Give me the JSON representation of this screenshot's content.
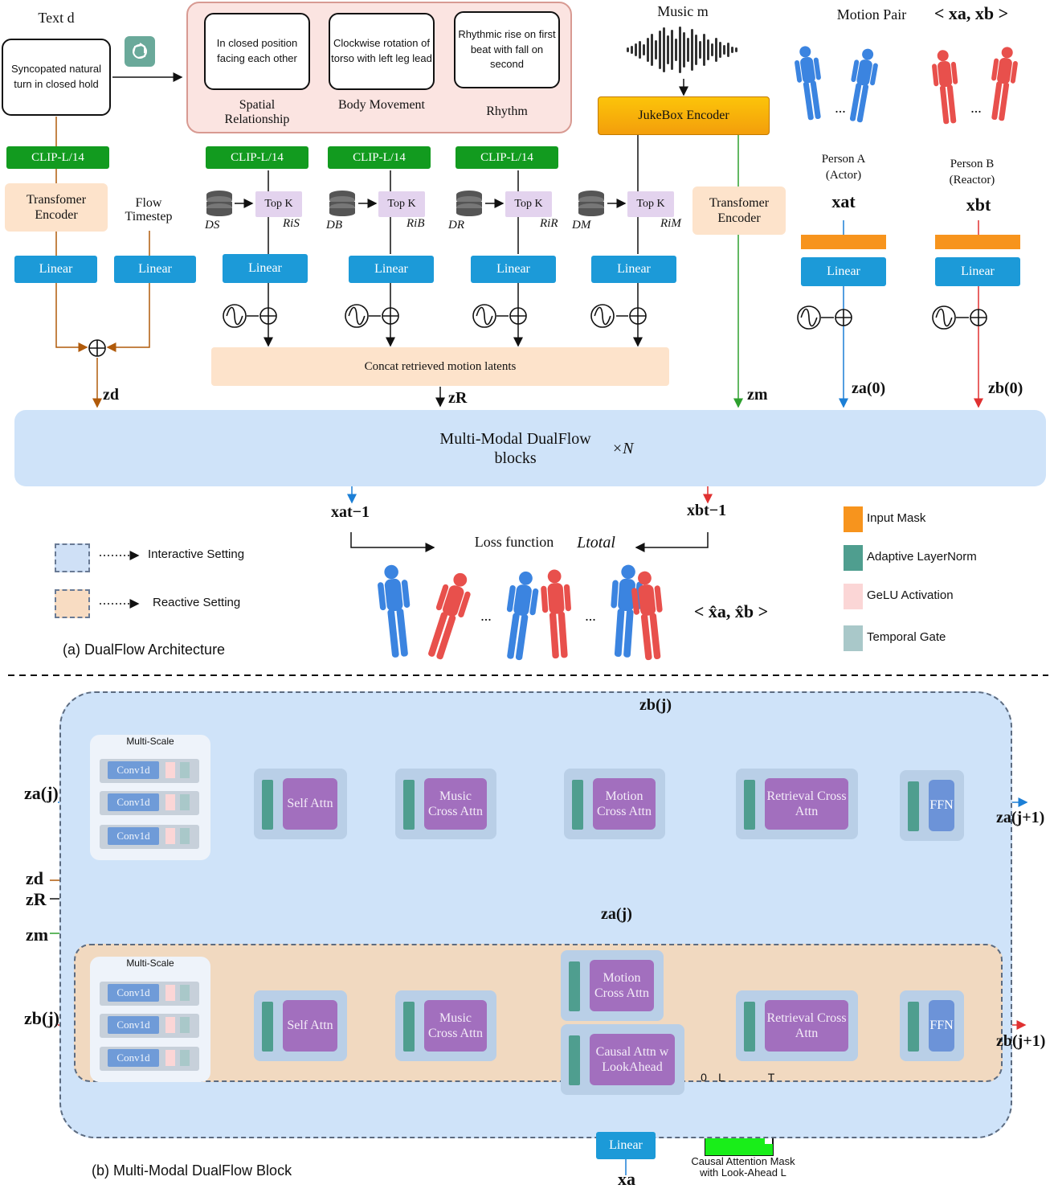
{
  "top": {
    "text_d": "Text d",
    "text_input": "Syncopated natural turn in closed hold",
    "llm_icon": "chatgpt-logo-icon",
    "attr_boxes": [
      {
        "text": "In closed position facing each other",
        "label": "Spatial Relationship"
      },
      {
        "text": "Clockwise rotation of torso with left leg lead",
        "label": "Body Movement"
      },
      {
        "text": "Rhythmic rise on first beat with fall on second",
        "label": "Rhythm"
      }
    ],
    "music": "Music m",
    "jukebox": "JukeBox Encoder",
    "motion_pair": "Motion Pair",
    "pair_symbol": "< xa, xb >",
    "person_a": "Person A",
    "person_a_role": "(Actor)",
    "person_b": "Person B",
    "person_b_role": "(Reactor)",
    "xa_t": "xat",
    "xb_t": "xbt",
    "clip": "CLIP-L/14",
    "transformer_encoder": "Transfomer Encoder",
    "flow_timestep": "Flow Timestep",
    "linear": "Linear",
    "topk": "Top K",
    "db_labels": [
      "DS",
      "DB",
      "DR",
      "DM"
    ],
    "ret_labels": [
      "RiS",
      "RiB",
      "RiR",
      "RiM"
    ],
    "concat": "Concat retrieved motion latents",
    "z_d": "zd",
    "z_R": "zR",
    "z_m": "zm",
    "z_a0": "za(0)",
    "z_b0": "zb(0)",
    "mmdf": "Multi-Modal DualFlow blocks",
    "times_n": "×N",
    "xa_tm1": "xat−1",
    "xb_tm1": "xbt−1",
    "loss": "Loss function",
    "loss_sym": "Ltotal",
    "ellipsis": "...",
    "out_pair": "< x̂a, x̂b >",
    "interactive": "Interactive Setting",
    "reactive": "Reactive Setting",
    "caption_a": "(a) DualFlow Architecture"
  },
  "legend": [
    {
      "label": "Input Mask",
      "color": "#f7941d"
    },
    {
      "label": "Adaptive LayerNorm",
      "color": "#4f9e8f"
    },
    {
      "label": "GeLU Activation",
      "color": "#fbd6d6"
    },
    {
      "label": "Temporal Gate",
      "color": "#a9c8c9"
    }
  ],
  "bottom": {
    "multi_scale": "Multi-Scale",
    "conv": "Conv1d",
    "self_attn": "Self Attn",
    "music_cross": "Music Cross Attn",
    "motion_cross": "Motion Cross Attn",
    "retrieval_cross": "Retrieval Cross Attn",
    "ffn": "FFN",
    "causal": "Causal Attn w LookAhead",
    "za_j": "za(j)",
    "zb_j": "zb(j)",
    "za_j1": "za(j+1)",
    "zb_j1": "zb(j+1)",
    "zd": "zd",
    "zR": "zR",
    "zm": "zm",
    "mask_0": "0",
    "mask_L": "L",
    "mask_T": "T",
    "mask_caption": "Causal Attention Mask with Look-Ahead L",
    "linear": "Linear",
    "xa": "xa",
    "caption_b": "(b) Multi-Modal DualFlow Block"
  },
  "colors": {
    "actor": "#1c7fd6",
    "reactor": "#e03131",
    "text_path": "#b05a0a",
    "music_path": "#2ea02e"
  }
}
